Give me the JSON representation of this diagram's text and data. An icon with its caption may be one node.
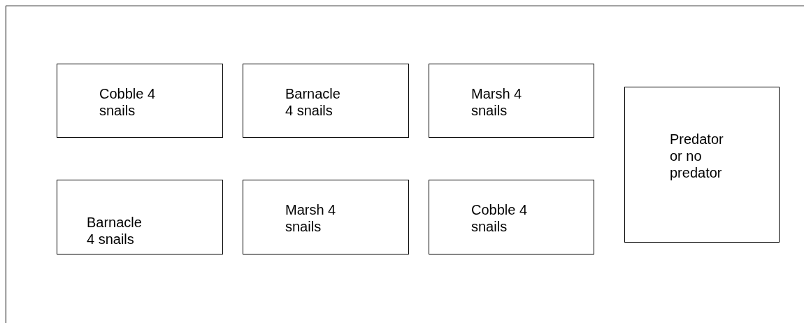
{
  "diagram": {
    "nodes": [
      {
        "text": [],
        "shape": "box"
      },
      {
        "text": [
          "Cobble 4 snails"
        ],
        "in": 0
      },
      {
        "text": [
          "Barnacle 4 snails"
        ],
        "in": 0
      },
      {
        "text": [
          "Marsh 4 snails"
        ],
        "in": 0
      },
      {
        "text": [
          "Predator or no predator"
        ],
        "in": 0
      },
      {
        "text": [
          "Barnacle 4 snails"
        ],
        "in": 0
      },
      {
        "text": [
          "Marsh 4 snails"
        ],
        "in": 0
      },
      {
        "text": [
          "Cobble 4 snails"
        ],
        "in": 0
      }
    ]
  }
}
